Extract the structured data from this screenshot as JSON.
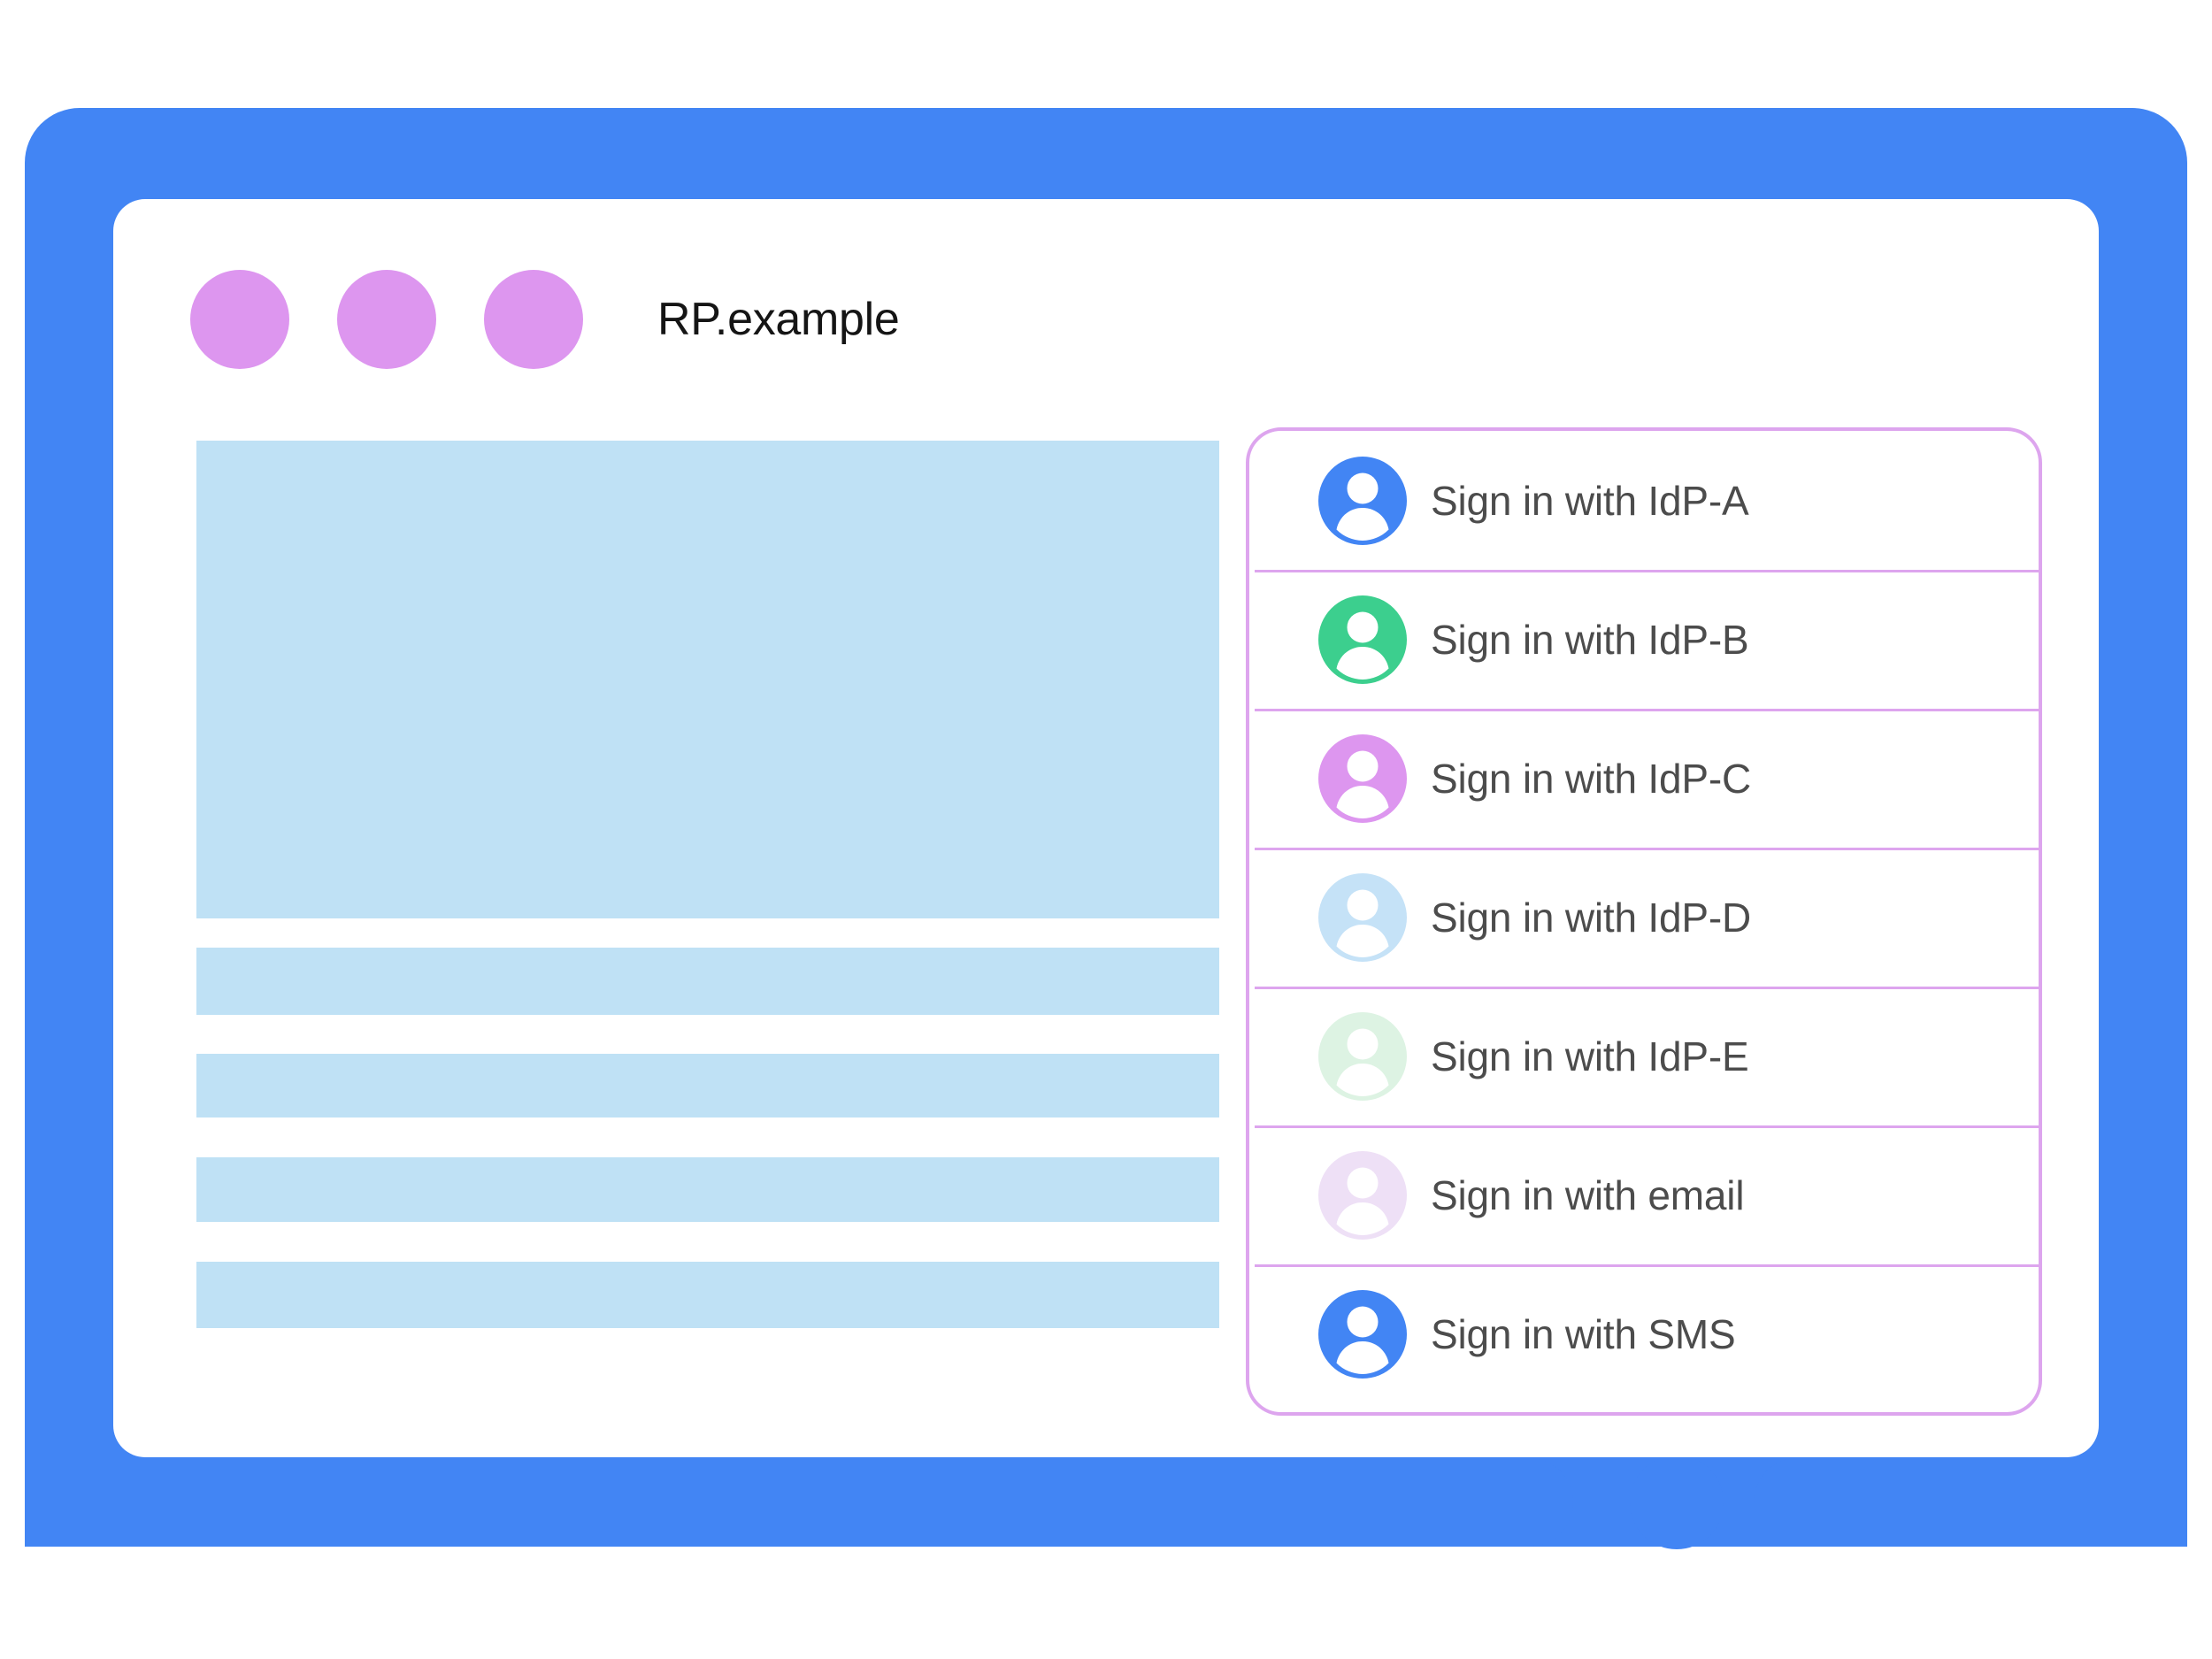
{
  "window": {
    "title": "RP.example",
    "traffic_lights": [
      "dot-1",
      "dot-2",
      "dot-3"
    ],
    "frame_color": "#4285f4",
    "dot_color": "#dd96ef"
  },
  "page_content": {
    "placeholder_blocks": [
      {
        "name": "hero-block",
        "color": "#bfe1f5"
      },
      {
        "name": "text-block-1",
        "color": "#bfe1f5"
      },
      {
        "name": "text-block-2",
        "color": "#bfe1f5"
      },
      {
        "name": "text-block-3",
        "color": "#bfe1f5"
      },
      {
        "name": "text-block-4",
        "color": "#bfe1f5"
      }
    ]
  },
  "account_chooser": {
    "border_color": "#dda5ee",
    "divider_color": "#dda5ee",
    "label_color": "#4c4c4c",
    "accounts": [
      {
        "label": "Sign in with IdP-A",
        "icon": "person-avatar-icon",
        "avatar_color": "#4285f4"
      },
      {
        "label": "Sign in with IdP-B",
        "icon": "person-avatar-icon",
        "avatar_color": "#3ccf8e"
      },
      {
        "label": "Sign in with IdP-C",
        "icon": "person-avatar-icon",
        "avatar_color": "#dd96ef"
      },
      {
        "label": "Sign in with IdP-D",
        "icon": "person-avatar-icon",
        "avatar_color": "#c5e2f7"
      },
      {
        "label": "Sign in with IdP-E",
        "icon": "person-avatar-icon",
        "avatar_color": "#ddf3e3"
      },
      {
        "label": "Sign in with email",
        "icon": "person-avatar-icon",
        "avatar_color": "#eee0f6"
      },
      {
        "label": "Sign in with SMS",
        "icon": "person-avatar-icon",
        "avatar_color": "#4285f4"
      }
    ]
  },
  "device_base": {
    "home_button": "home-button"
  }
}
